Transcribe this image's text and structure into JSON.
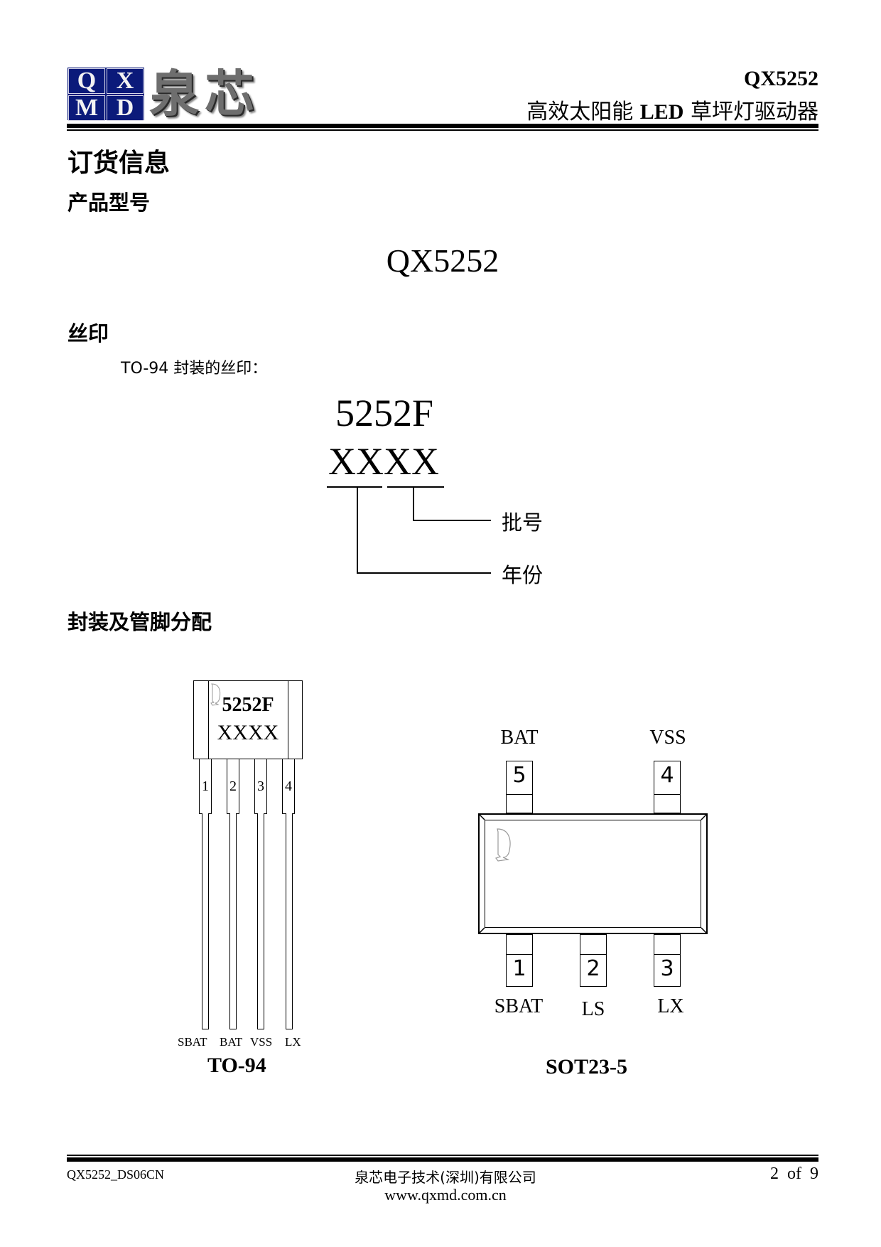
{
  "header": {
    "logo": {
      "letters": [
        "Q",
        "X",
        "M",
        "D"
      ],
      "chinese": "泉芯",
      "brand_color": "#0b1a7a"
    },
    "part_number": "QX5252",
    "title_prefix": "高效太阳能 ",
    "title_led": "LED",
    "title_suffix": " 草坪灯驱动器"
  },
  "sections": {
    "ordering_info": "订货信息",
    "product_model": "产品型号",
    "model_value": "QX5252",
    "marking": "丝印",
    "marking_desc": "TO-94 封装的丝印：",
    "marking_line1": "5252F",
    "marking_line2": "XXXX",
    "callout_batch": "批号",
    "callout_year": "年份",
    "package_pinout": "封装及管脚分配"
  },
  "to94": {
    "mark_line1": "5252F",
    "mark_line2": "XXXX",
    "pins": [
      {
        "num": "1",
        "label": "SBAT"
      },
      {
        "num": "2",
        "label": "BAT"
      },
      {
        "num": "3",
        "label": "VSS"
      },
      {
        "num": "4",
        "label": "LX"
      }
    ],
    "caption": "TO-94"
  },
  "sot23": {
    "top_pins": [
      {
        "num": "5",
        "label": "BAT"
      },
      {
        "num": "4",
        "label": "VSS"
      }
    ],
    "bottom_pins": [
      {
        "num": "1",
        "label": "SBAT"
      },
      {
        "num": "2",
        "label": "LS"
      },
      {
        "num": "3",
        "label": "LX"
      }
    ],
    "caption": "SOT23-5"
  },
  "footer": {
    "doc_id": "QX5252_DS06CN",
    "company": "泉芯电子技术(深圳)有限公司",
    "website": "www.qxmd.com.cn",
    "page": "2  of  9"
  }
}
